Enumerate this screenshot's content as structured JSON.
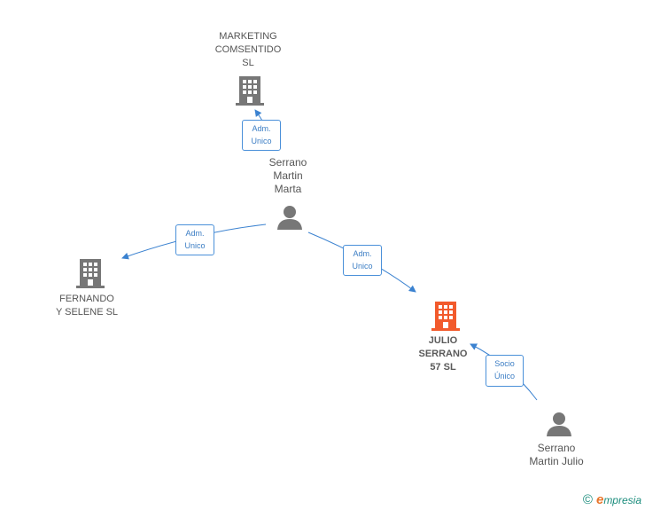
{
  "colors": {
    "edge": "#3b82d0",
    "company": "#777777",
    "focus_company": "#f25a2c",
    "person": "#777777",
    "brand": "#1a8c7c"
  },
  "nodes": {
    "marketing": {
      "label": "MARKETING\nCOMSENTIDO\nSL",
      "icon": "building-icon"
    },
    "fernando": {
      "label": "FERNANDO\nY SELENE  SL",
      "icon": "building-icon"
    },
    "julio_sl": {
      "label": "JULIO\nSERRANO\n57  SL",
      "icon": "building-icon"
    },
    "marta": {
      "label": "Serrano\nMartin\nMarta",
      "icon": "person-icon"
    },
    "julio_person": {
      "label": "Serrano\nMartin Julio",
      "icon": "person-icon"
    }
  },
  "edges": {
    "marta_marketing": {
      "label": "Adm.\nUnico"
    },
    "marta_fernando": {
      "label": "Adm.\nUnico"
    },
    "marta_julio": {
      "label": "Adm.\nUnico"
    },
    "julio_julio": {
      "label": "Socio\nÚnico"
    }
  },
  "footer": {
    "copyright": "©",
    "brand_initial": "e",
    "brand_rest": "mpresia"
  }
}
